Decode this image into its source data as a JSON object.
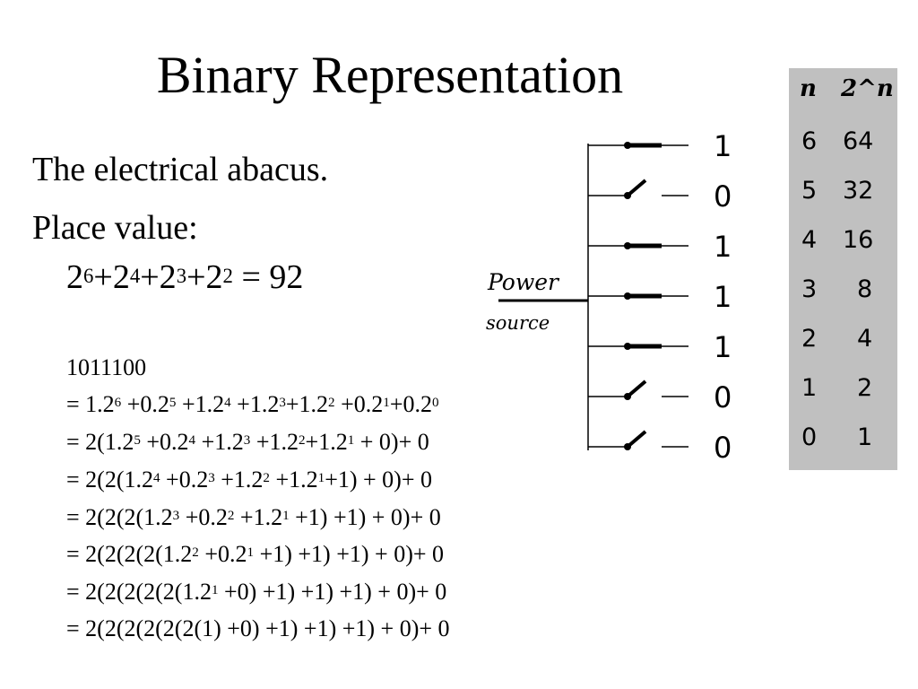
{
  "slide": {
    "title": "Binary Representation",
    "bullets": [
      "The electrical abacus.",
      "Place value:"
    ],
    "formula": {
      "terms": [
        "2",
        "6",
        "+2",
        "4",
        "+2",
        "3",
        "+2",
        "2"
      ],
      "result": " = 92"
    },
    "binary_number": "1011100",
    "expansion_lines": [
      [
        "= 1.2",
        "6",
        " +0.2",
        "5",
        " +1.2",
        "4",
        " +1.2",
        "3",
        "+1.2",
        "2",
        " +0.2",
        "1",
        "+0.2",
        "0"
      ],
      [
        "= 2(1.2",
        "5",
        " +0.2",
        "4",
        " +1.2",
        "3",
        " +1.2",
        "2",
        "+1.2",
        "1",
        " + 0)+ 0"
      ],
      [
        "= 2(2(1.2",
        "4",
        " +0.2",
        "3",
        " +1.2",
        "2",
        " +1.2",
        "1",
        "+1) + 0)+ 0"
      ],
      [
        "= 2(2(2(1.2",
        "3",
        " +0.2",
        "2",
        " +1.2",
        "1",
        " +1) +1) + 0)+ 0"
      ],
      [
        "= 2(2(2(2(1.2",
        "2",
        " +0.2",
        "1",
        " +1) +1) +1) + 0)+ 0"
      ],
      [
        "= 2(2(2(2(2(1.2",
        "1",
        " +0) +1) +1) +1) + 0)+ 0"
      ],
      [
        "= 2(2(2(2(2(2(1) +0) +1) +1) +1) + 0)+ 0"
      ]
    ]
  },
  "abacus": {
    "power_label_line1": "Power",
    "power_label_line2": "source",
    "bits": [
      "1",
      "0",
      "1",
      "1",
      "1",
      "0",
      "0"
    ]
  },
  "place_table": {
    "headers": [
      "n",
      "2^n"
    ],
    "rows": [
      [
        "6",
        "64"
      ],
      [
        "5",
        "32"
      ],
      [
        "4",
        "16"
      ],
      [
        "3",
        "8"
      ],
      [
        "2",
        "4"
      ],
      [
        "1",
        "2"
      ],
      [
        "0",
        "1"
      ]
    ],
    "background": "#c0c0c0"
  }
}
